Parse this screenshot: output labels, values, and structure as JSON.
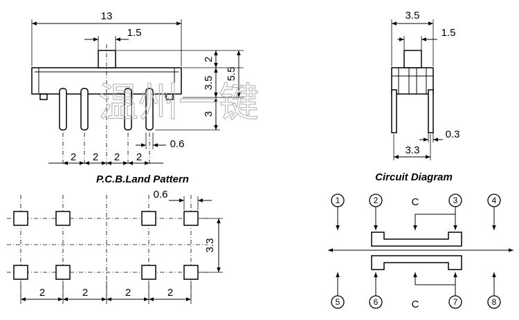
{
  "side_view": {
    "dims": {
      "width": "13",
      "actuator_width": "1.5",
      "actuator_height": "2",
      "body_height": "3.5",
      "total_height": "5.5",
      "pin_length": "3",
      "pin_width": "0.6",
      "pitch": [
        "2",
        "2",
        "2",
        "2"
      ]
    }
  },
  "end_view": {
    "dims": {
      "width": "3.5",
      "actuator_width": "1.5",
      "pin_gap": "0.3",
      "row_spacing": "3.3"
    }
  },
  "pcb": {
    "title": "P.C.B.Land Pattern",
    "dims": {
      "pad_width": "0.6",
      "row_spacing": "3.3",
      "pitch": [
        "2",
        "2",
        "2",
        "2"
      ]
    }
  },
  "circuit": {
    "title": "Circuit Diagram",
    "pins_top": [
      "1",
      "2",
      "3",
      "4"
    ],
    "pins_bottom": [
      "5",
      "6",
      "7",
      "8"
    ],
    "common_top": "C",
    "common_bottom": "C"
  },
  "watermark": "温州一键"
}
